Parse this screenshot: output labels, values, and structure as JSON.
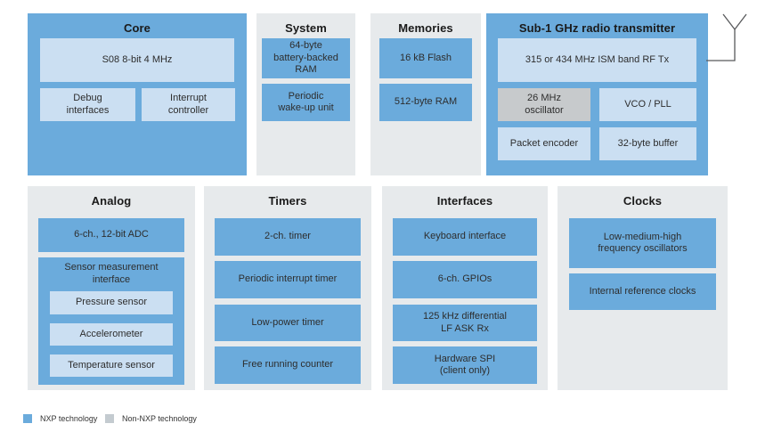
{
  "colors": {
    "nxp_blue": "#6babdc",
    "nxp_light_blue": "#cbdff2",
    "non_nxp_gray": "#c7cacc",
    "panel_gray": "#e7eaec",
    "legend_gray": "#c4cbd0"
  },
  "panels": {
    "core": {
      "title": "Core",
      "boxes": {
        "cpu": "S08 8-bit 4 MHz",
        "debug": "Debug\ninterfaces",
        "interrupt": "Interrupt\ncontroller"
      }
    },
    "system": {
      "title": "System",
      "boxes": {
        "backup_ram": "64-byte\nbattery-backed\nRAM",
        "wakeup": "Periodic\nwake-up unit"
      }
    },
    "memories": {
      "title": "Memories",
      "boxes": {
        "flash": "16 kB Flash",
        "ram": "512-byte RAM"
      }
    },
    "radio": {
      "title": "Sub-1 GHz radio transmitter",
      "boxes": {
        "rf_tx": "315 or 434 MHz ISM band RF Tx",
        "oscillator": "26 MHz\noscillator",
        "vco_pll": "VCO / PLL",
        "packet_encoder": "Packet encoder",
        "buffer": "32-byte buffer"
      }
    },
    "analog": {
      "title": "Analog",
      "boxes": {
        "adc": "6-ch., 12-bit ADC",
        "sensor_interface": "Sensor measurement\ninterface",
        "pressure": "Pressure sensor",
        "accelerometer": "Accelerometer",
        "temperature": "Temperature sensor"
      }
    },
    "timers": {
      "title": "Timers",
      "boxes": {
        "two_ch_timer": "2-ch. timer",
        "periodic_interrupt_timer": "Periodic interrupt timer",
        "low_power_timer": "Low-power timer",
        "free_running_counter": "Free running counter"
      }
    },
    "interfaces": {
      "title": "Interfaces",
      "boxes": {
        "keyboard": "Keyboard interface",
        "gpio": "6-ch. GPIOs",
        "lf_ask_rx": "125 kHz differential\nLF ASK Rx",
        "spi": "Hardware SPI\n(client only)"
      }
    },
    "clocks": {
      "title": "Clocks",
      "boxes": {
        "oscillators": "Low-medium-high\nfrequency oscillators",
        "ref_clocks": "Internal reference clocks"
      }
    }
  },
  "legend": {
    "nxp_label": "NXP technology",
    "non_nxp_label": "Non-NXP technology"
  }
}
